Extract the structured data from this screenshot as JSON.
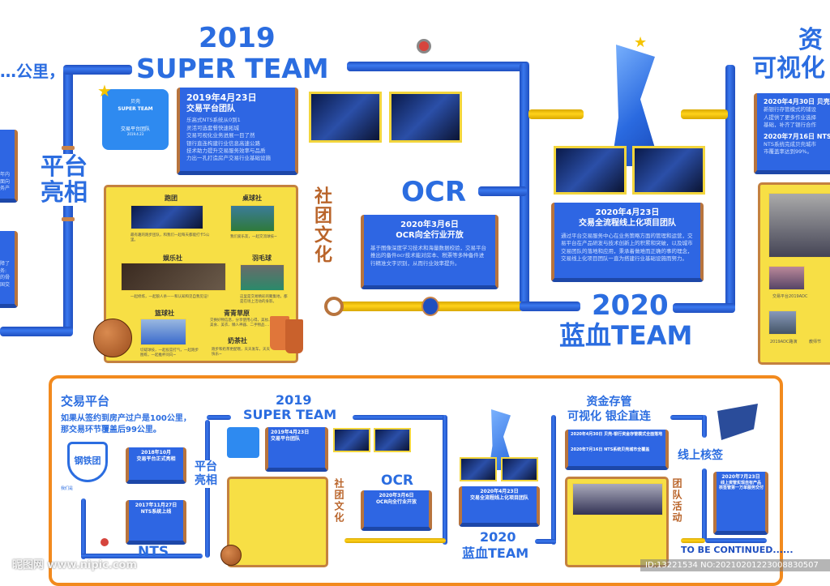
{
  "top": {
    "left_fragment": "…公里，",
    "left_card_fragments": [
      "年内\n面向\n务产",
      "障了\n务:\n的骨\n国交"
    ],
    "platform_debut": "平台\n亮相",
    "year_2019": "2019",
    "super_team": "SUPER TEAM",
    "logo_card": {
      "brand": "贝壳",
      "title": "SUPER TEAM",
      "subtitle": "交易平台团队",
      "date": "2019.4.23"
    },
    "card_2019": {
      "date": "2019年4月23日",
      "title": "交易平台团队",
      "lines": [
        "乐高式NTS系统从0到1",
        "灵活可选套餐快速拓城",
        "交易可视化业务进展一目了然",
        "银行直连构建行业信息高速公路",
        "技术助力提升交易服务效率与品质",
        "力出一孔打造房产交易行业基础设施"
      ]
    },
    "club_culture": "社团文化",
    "clubs": [
      {
        "name": "跑团",
        "caption": "最有趣的跑步团队，和我们一起每天都能打卡5公里。"
      },
      {
        "name": "桌球社",
        "caption": "我们爱乐友，一起交流球技~"
      },
      {
        "name": "娱乐社",
        "caption": "一起修炼，一起狼人杀——和认知和见自我见证!"
      },
      {
        "name": "羽毛球",
        "caption": "这里是交易精彩的聚集地，都是在场上活动的身影。"
      },
      {
        "name": "篮球社",
        "caption": "切磋球技，一起投篮打气，一起跑步图练，一起推杯问向~"
      },
      {
        "name": "青青草原",
        "caption": "交换好物信息，分享使用心得，美妆、美食、美衣、懒人神器、二手物品……"
      },
      {
        "name": "奶茶社",
        "caption": "跑步和奶茶更配哦，天天发车，天天快乐~"
      }
    ],
    "ocr": "OCR",
    "card_ocr": {
      "date": "2020年3月6日",
      "title": "OCR向全行业开放",
      "body": "基于图像深度学习技术和海量数据校验，交易平台推出的备件ocr技术能对房本、税票等多种备件进行精准文字识别，从而行业效率提升。"
    },
    "card_2020": {
      "date": "2020年4月23日",
      "title": "交易全流程线上化项目团队",
      "body": "通过平台交易服务中心在业务策略方面的管理和运营，交易平台在产品研发与技术创新上的积累和突破，以及城市交易团队的落地和应用，秉承着做难而正确的事的理念，交易线上化项目团队一直为搭建行业基础设施而努力。"
    },
    "year_2020": "2020",
    "blue_team": "蓝血TEAM",
    "right_title": [
      "资",
      "可视化"
    ],
    "card_right": {
      "item1_title": "2020年4月30日 贝壳",
      "item1_body": "新银行存管模式的铺设\n人提供了更多作业选择\n基础，补齐了银行合作",
      "item2_title": "2020年7月16日 NTS",
      "item2_body": "NTS系统完成贝壳城市\n市覆盖率达到99%。"
    },
    "right_photo_captions": [
      "交易平台2019ADC",
      "2019ADC路演",
      "教师节"
    ]
  },
  "bottom": {
    "heading": "交易平台",
    "subheading": "如果从签约到房产过户是100公里，\n那交易环节覆盖后99公里。",
    "badge": "钢铁团",
    "badge_note": "我们是",
    "card_2018": {
      "date": "2018年10月",
      "title": "交易平台正式亮相"
    },
    "card_2017": {
      "date": "2017年11月27日",
      "title": "NTS系统上线"
    },
    "nts": "NTS",
    "platform_debut": "平台\n亮相",
    "year_2019": "2019",
    "super_team": "SUPER TEAM",
    "card_2019": {
      "date": "2019年4月23日",
      "title": "交易平台团队"
    },
    "club_culture": "社团文化",
    "ocr": "OCR",
    "card_ocr": {
      "date": "2020年3月6日",
      "title": "OCR向全行业开放"
    },
    "card_2020": {
      "date": "2020年4月23日",
      "title": "交易全流程线上化项目团队"
    },
    "year_2020": "2020",
    "blue_team": "蓝血TEAM",
    "fund_title": "资金存管\n可视化 银企直连",
    "card_fund": {
      "item1": "2020年4月30日 贝壳-银行资金存管模式全面落地",
      "item2": "2020年7月16日 NTS系统贝壳城市全覆盖"
    },
    "team_activity": "团队活动",
    "online_sign": "线上核签",
    "card_online": {
      "date": "2020年7月23日",
      "title": "线上资管实现自有产品\n核签管第一万单服务交付"
    },
    "to_be_continued": "TO BE CONTINUED......"
  },
  "watermark": {
    "site": "昵图网 www.nipic.com",
    "id": "ID:13221534 NO:20210201223008830507"
  }
}
